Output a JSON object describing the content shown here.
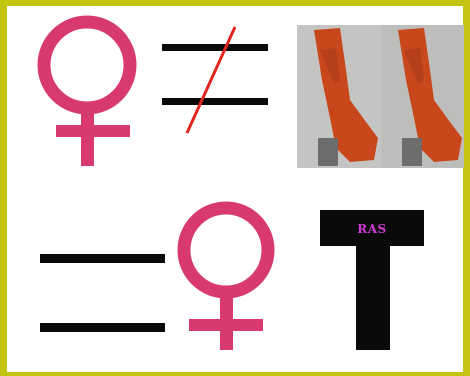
{
  "puzzle": {
    "symbols": {
      "female_icon_1": "venus-symbol",
      "not_equal_icon": "not-equal-sign",
      "photo": "pair-of-orange-legs-stockings",
      "equal_icon": "equal-sign",
      "female_icon_2": "venus-symbol",
      "letter_t_icon": "black-letter-t"
    },
    "t_label": "RAS"
  },
  "colors": {
    "frame": "#c2c40f",
    "background": "#ffffff",
    "venus": "#d8396e",
    "slash": "#e0261f",
    "ink": "#0a0a0a",
    "leg": "#c8481c",
    "photo_bg": "#b9b9b7",
    "label": "#d03ad2"
  }
}
